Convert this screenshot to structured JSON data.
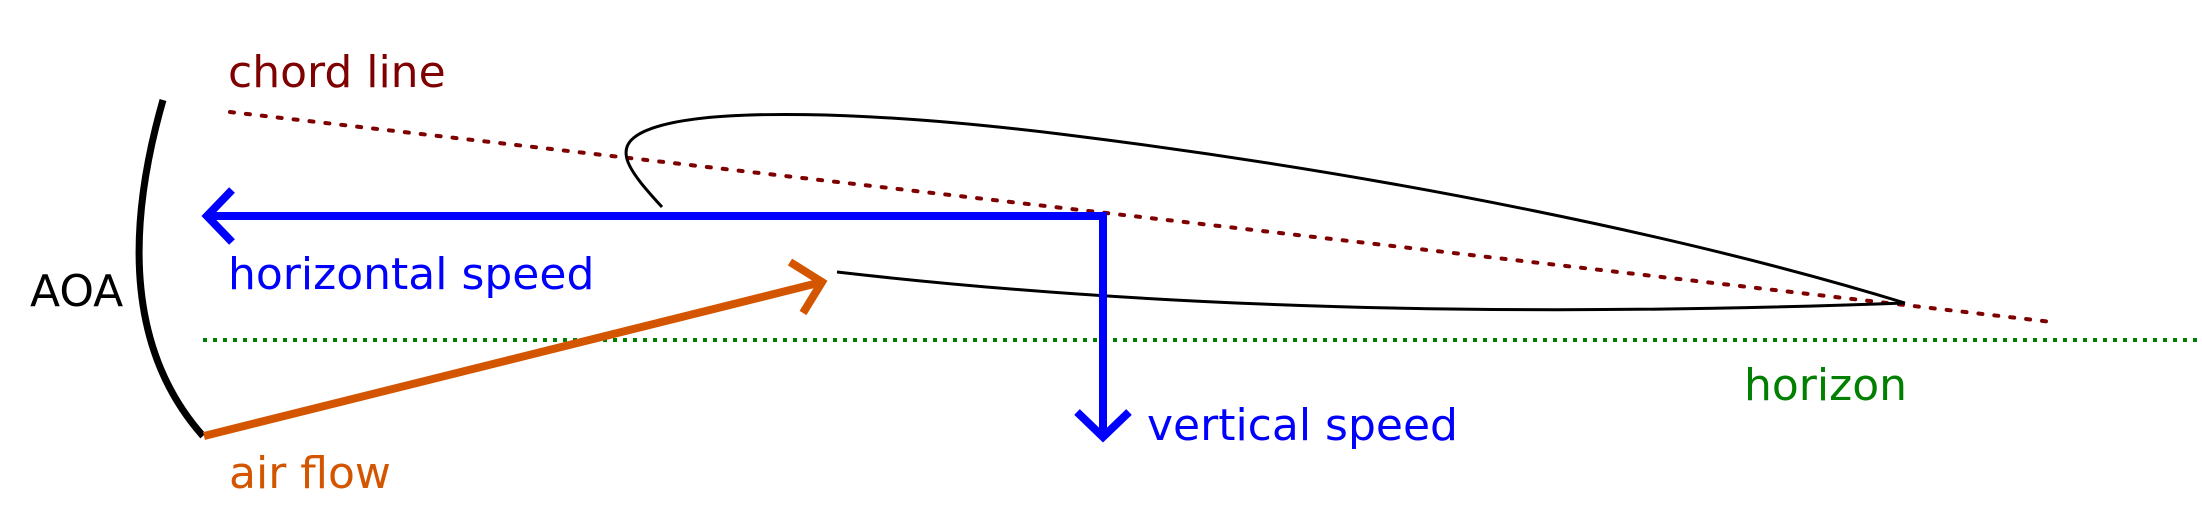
{
  "labels": {
    "chord_line": "chord line",
    "aoa": "AOA",
    "horizontal_speed": "horizontal speed",
    "air_flow": "air flow",
    "vertical_speed": "vertical speed",
    "horizon": "horizon"
  },
  "colors": {
    "chord_line": "#7f0000",
    "horizontal_speed": "#0000ff",
    "vertical_speed": "#0000ff",
    "air_flow": "#d45500",
    "horizon": "#007f00",
    "aoa": "#000000",
    "airfoil": "#000000"
  }
}
